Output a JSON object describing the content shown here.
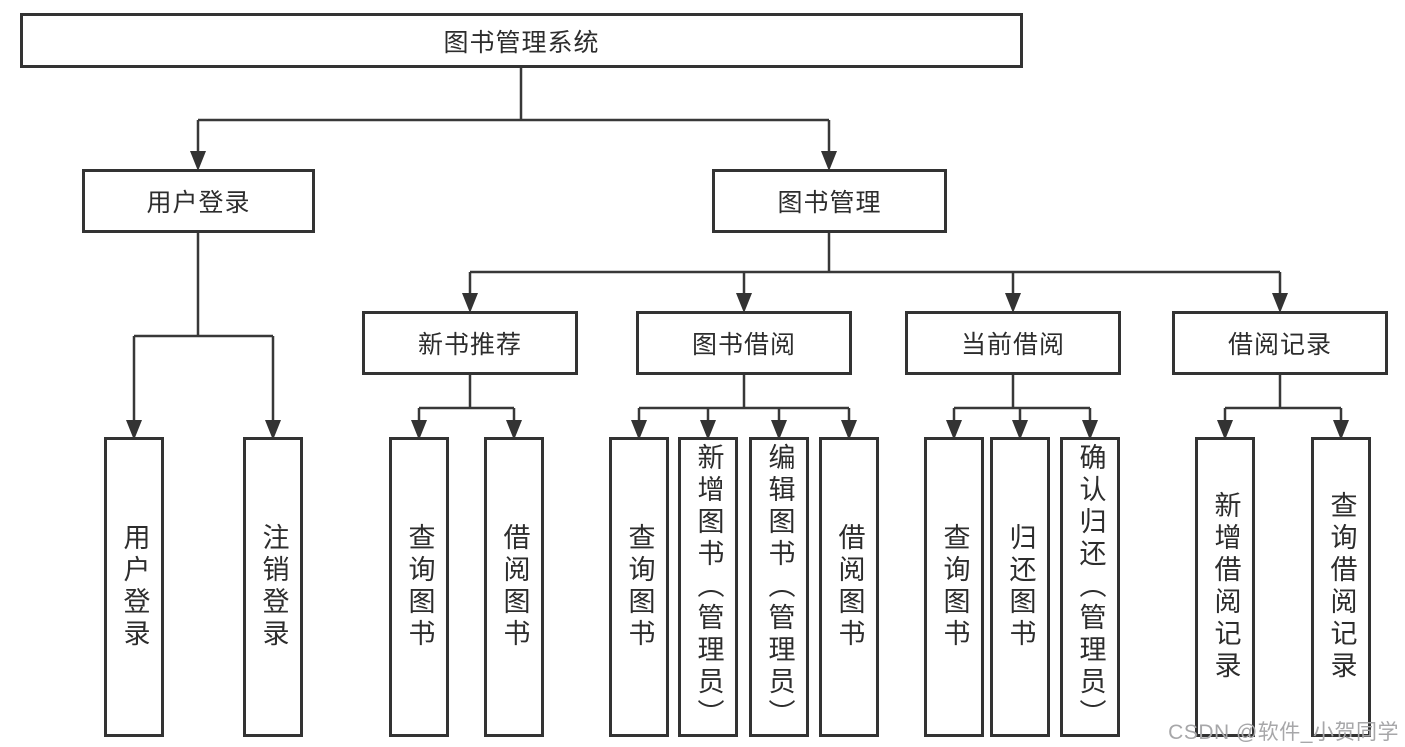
{
  "labels": {
    "root": "图书管理系统",
    "login": "用户登录",
    "mgmt": "图书管理",
    "nb": "新书推荐",
    "bb": "图书借阅",
    "cb": "当前借阅",
    "br": "借阅记录",
    "login_user": "用户登录",
    "login_logout": "注销登录",
    "nb_query": "查询图书",
    "nb_borrow": "借阅图书",
    "bb_query": "查询图书",
    "bb_add": "新增图书（管理员）",
    "bb_edit": "编辑图书（管理员）",
    "bb_borrow": "借阅图书",
    "cb_query": "查询图书",
    "cb_return": "归还图书",
    "cb_confirm": "确认归还（管理员）",
    "br_add": "新增借阅记录",
    "br_query": "查询借阅记录"
  },
  "hierarchy": {
    "root": [
      "login",
      "mgmt"
    ],
    "login": [
      "login_user",
      "login_logout"
    ],
    "mgmt": [
      "nb",
      "bb",
      "cb",
      "br"
    ],
    "nb": [
      "nb_query",
      "nb_borrow"
    ],
    "bb": [
      "bb_query",
      "bb_add",
      "bb_edit",
      "bb_borrow"
    ],
    "cb": [
      "cb_query",
      "cb_return",
      "cb_confirm"
    ],
    "br": [
      "br_add",
      "br_query"
    ]
  },
  "watermark": "CSDN @软件_小贺同学",
  "colors": {
    "line": "#383838",
    "box_border": "#333333",
    "text": "#2d2d2d",
    "watermark": "#a7a7a9",
    "background": "#ffffff"
  }
}
